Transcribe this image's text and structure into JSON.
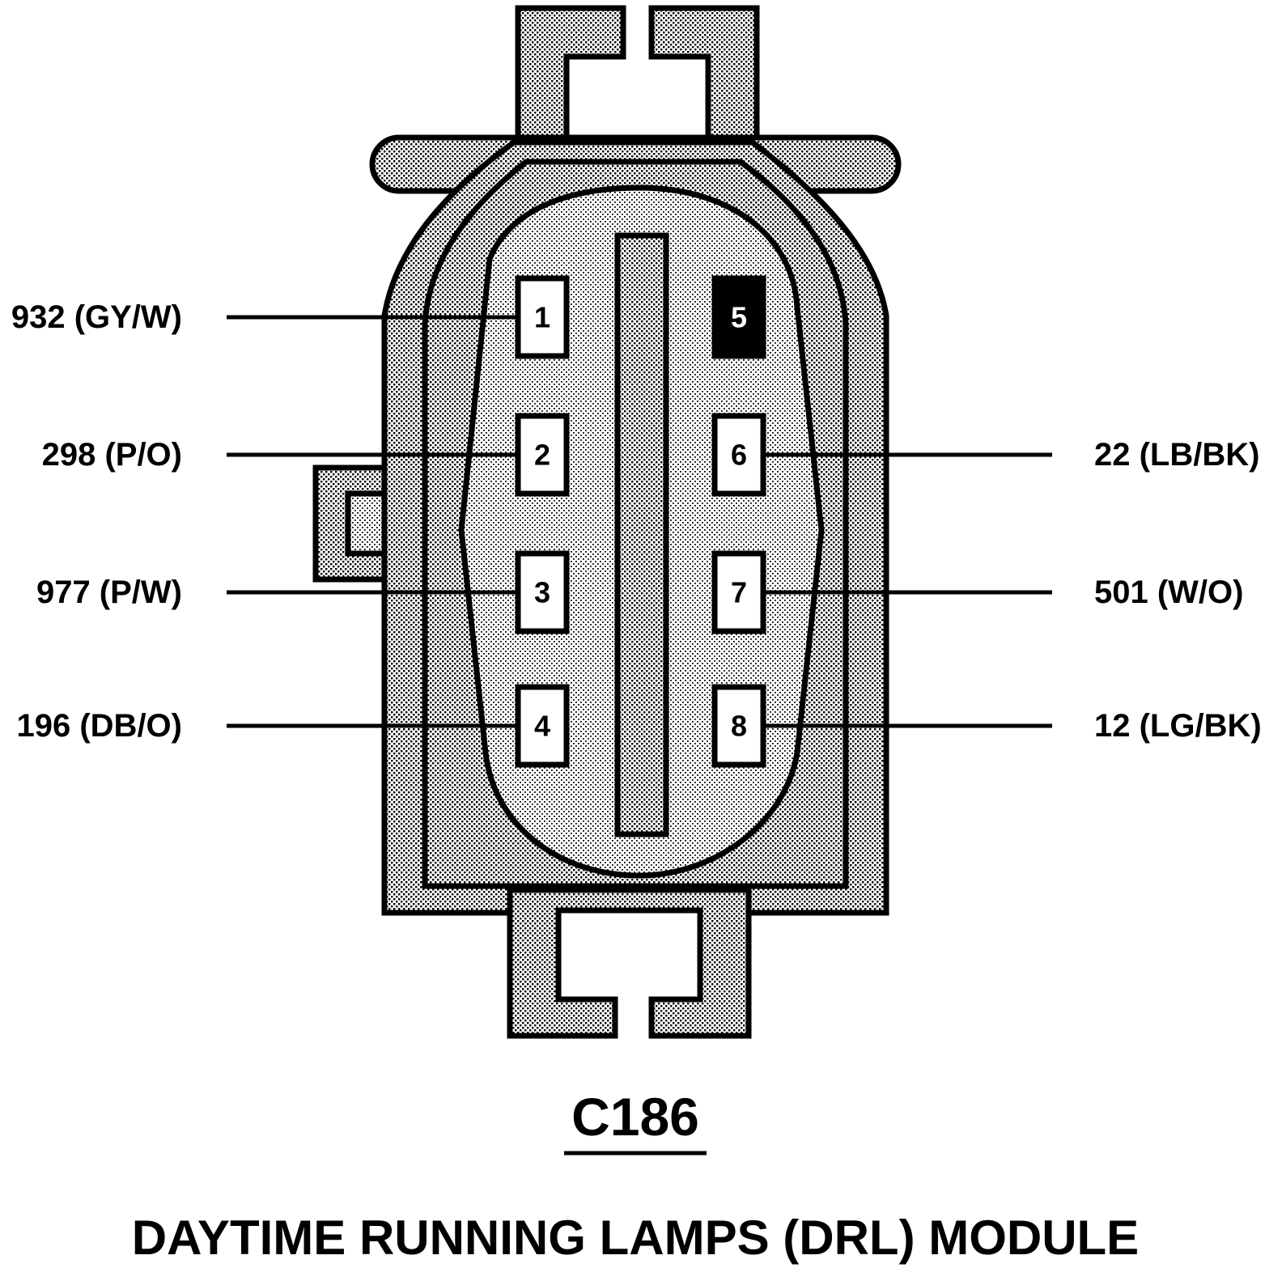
{
  "connector": {
    "id": "C186",
    "title": "DAYTIME RUNNING LAMPS (DRL) MODULE"
  },
  "pins": [
    {
      "num": "1",
      "side": "left",
      "wire": "932 (GY/W)",
      "filled": false
    },
    {
      "num": "2",
      "side": "left",
      "wire": "298 (P/O)",
      "filled": false
    },
    {
      "num": "3",
      "side": "left",
      "wire": "977 (P/W)",
      "filled": false
    },
    {
      "num": "4",
      "side": "left",
      "wire": "196 (DB/O)",
      "filled": false
    },
    {
      "num": "5",
      "side": "right",
      "wire": "",
      "filled": true
    },
    {
      "num": "6",
      "side": "right",
      "wire": "22 (LB/BK)",
      "filled": false
    },
    {
      "num": "7",
      "side": "right",
      "wire": "501 (W/O)",
      "filled": false
    },
    {
      "num": "8",
      "side": "right",
      "wire": "12 (LG/BK)",
      "filled": false
    }
  ]
}
